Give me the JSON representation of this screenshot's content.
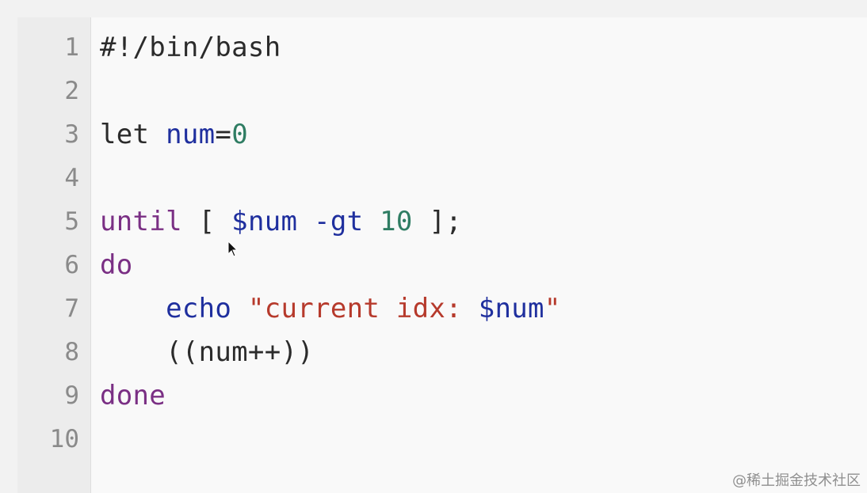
{
  "editor": {
    "lines": [
      {
        "number": "1",
        "tokens": [
          {
            "text": "#!/bin/bash",
            "type": "plain"
          }
        ]
      },
      {
        "number": "2",
        "tokens": []
      },
      {
        "number": "3",
        "tokens": [
          {
            "text": "let ",
            "type": "plain"
          },
          {
            "text": "num",
            "type": "var"
          },
          {
            "text": "=",
            "type": "plain"
          },
          {
            "text": "0",
            "type": "num"
          }
        ]
      },
      {
        "number": "4",
        "tokens": []
      },
      {
        "number": "5",
        "tokens": [
          {
            "text": "until ",
            "type": "kw"
          },
          {
            "text": "[ ",
            "type": "plain"
          },
          {
            "text": "$num",
            "type": "var"
          },
          {
            "text": " ",
            "type": "plain"
          },
          {
            "text": "-gt",
            "type": "var"
          },
          {
            "text": " ",
            "type": "plain"
          },
          {
            "text": "10",
            "type": "num"
          },
          {
            "text": " ];",
            "type": "plain"
          }
        ]
      },
      {
        "number": "6",
        "tokens": [
          {
            "text": "do",
            "type": "kw"
          }
        ]
      },
      {
        "number": "7",
        "tokens": [
          {
            "text": "    ",
            "type": "plain"
          },
          {
            "text": "echo",
            "type": "var"
          },
          {
            "text": " ",
            "type": "plain"
          },
          {
            "text": "\"current idx: ",
            "type": "str"
          },
          {
            "text": "$num",
            "type": "var"
          },
          {
            "text": "\"",
            "type": "str"
          }
        ]
      },
      {
        "number": "8",
        "tokens": [
          {
            "text": "    ((num++))",
            "type": "plain"
          }
        ]
      },
      {
        "number": "9",
        "tokens": [
          {
            "text": "done",
            "type": "kw"
          }
        ]
      },
      {
        "number": "10",
        "tokens": []
      }
    ]
  },
  "colors": {
    "keyword": "#7a2f84",
    "variable": "#1f2f9e",
    "number": "#2f7d63",
    "string": "#b63a2c"
  },
  "watermark": "@稀土掘金技术社区"
}
